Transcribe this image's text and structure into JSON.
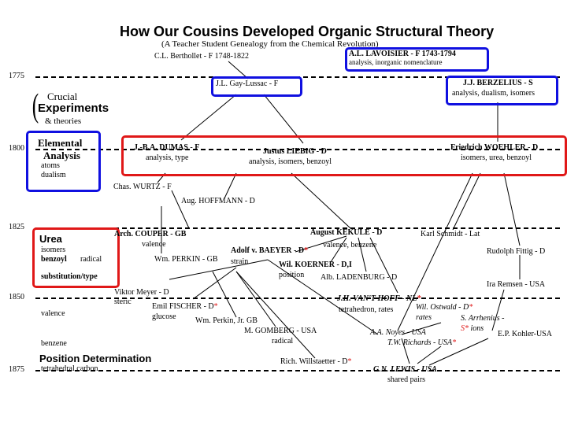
{
  "title": "How Our Cousins Developed Organic Structural Theory",
  "subtitle": "(A Teacher Student Genealogy from the Chemical Revolution)",
  "years": [
    "1775",
    "1800",
    "1825",
    "1850",
    "1875"
  ],
  "left_panel": {
    "crucial": "Crucial",
    "experiments": "Experiments",
    "and_theories": "& theories",
    "elemental": "Elemental",
    "analysis": "Analysis",
    "atoms": "atoms",
    "dualism": "dualism",
    "urea": "Urea",
    "isomers": "isomers",
    "benzoyl": "benzoyl",
    "radical": "radical",
    "substitution_type": "substitution/type",
    "valence": "valence",
    "benzene": "benzene",
    "position_determination": "Position Determination",
    "tetrahedral_carbon": "tetrahedral carbon"
  },
  "people": {
    "berthollet": "C.L. Berthollet - F 1748-1822",
    "lavoisier": "A.L. LAVOISIER - F 1743-1794",
    "lavoisier_note": "analysis, inorganic nomenclature",
    "gay_lussac": "J.L. Gay-Lussac - F",
    "berzelius": "J.J. BERZELIUS - S",
    "berzelius_note": "analysis, dualism, isomers",
    "dumas": "J.-B.A. DUMAS - F",
    "dumas_note": "analysis, type",
    "liebig": "Justus LIEBIG - D",
    "liebig_note": "analysis, isomers,  benzoyl",
    "woehler": "Friedrich WOEHLER - D",
    "woehler_note": "isomers, urea, benzoyl",
    "wurtz": "Chas. WURTZ - F",
    "hoffmann": "Aug. HOFFMANN - D",
    "couper": "Arch. COUPER - GB",
    "couper_note": "valence",
    "kekule": "August KEKULÉ - D",
    "kekule_note": "valence, benzene",
    "schmidt": "Karl Schmidt - Lat",
    "fittig": "Rudolph Fittig - D",
    "perkin": "Wm. PERKIN - GB",
    "baeyer": "Adolf v. BAEYER - D",
    "baeyer_star": "*",
    "baeyer_note": "strain",
    "koerner": "Wil. KOERNER - D,I",
    "koerner_note": "position",
    "ladenburg": "Alb. LADENBURG - D",
    "remsen": "Ira Remsen - USA",
    "meyer": "Viktor Meyer - D",
    "meyer_note": "steric",
    "vant_hoff": "J.H. VAN'T HOFF - NL",
    "vant_hoff_note": "tetrahedron, rates",
    "ostwald": "Wil. Ostwald - D",
    "ostwald_note": "rates",
    "arrhenius": "S. Arrhenius -",
    "arrhenius_note": "ions",
    "arrhenius_s": "S",
    "fischer": "Emil FISCHER - D",
    "fischer_note": "glucose",
    "perkin_jr": "Wm. Perkin, Jr. GB",
    "gomberg": "M. GOMBERG - USA",
    "gomberg_note": "radical",
    "noyes": "A.A. Noyes - USA",
    "kohler": "E.P. Kohler-USA",
    "richards": "T.W. Richards - USA",
    "willstaetter": "Rich. Willstaetter - D",
    "lewis": "G.N. LEWIS - USA",
    "lewis_note": "shared pairs",
    "star": "*"
  },
  "colors": {
    "blue_box": "#1010e0",
    "red_box": "#e01818",
    "star": "#e01818"
  }
}
